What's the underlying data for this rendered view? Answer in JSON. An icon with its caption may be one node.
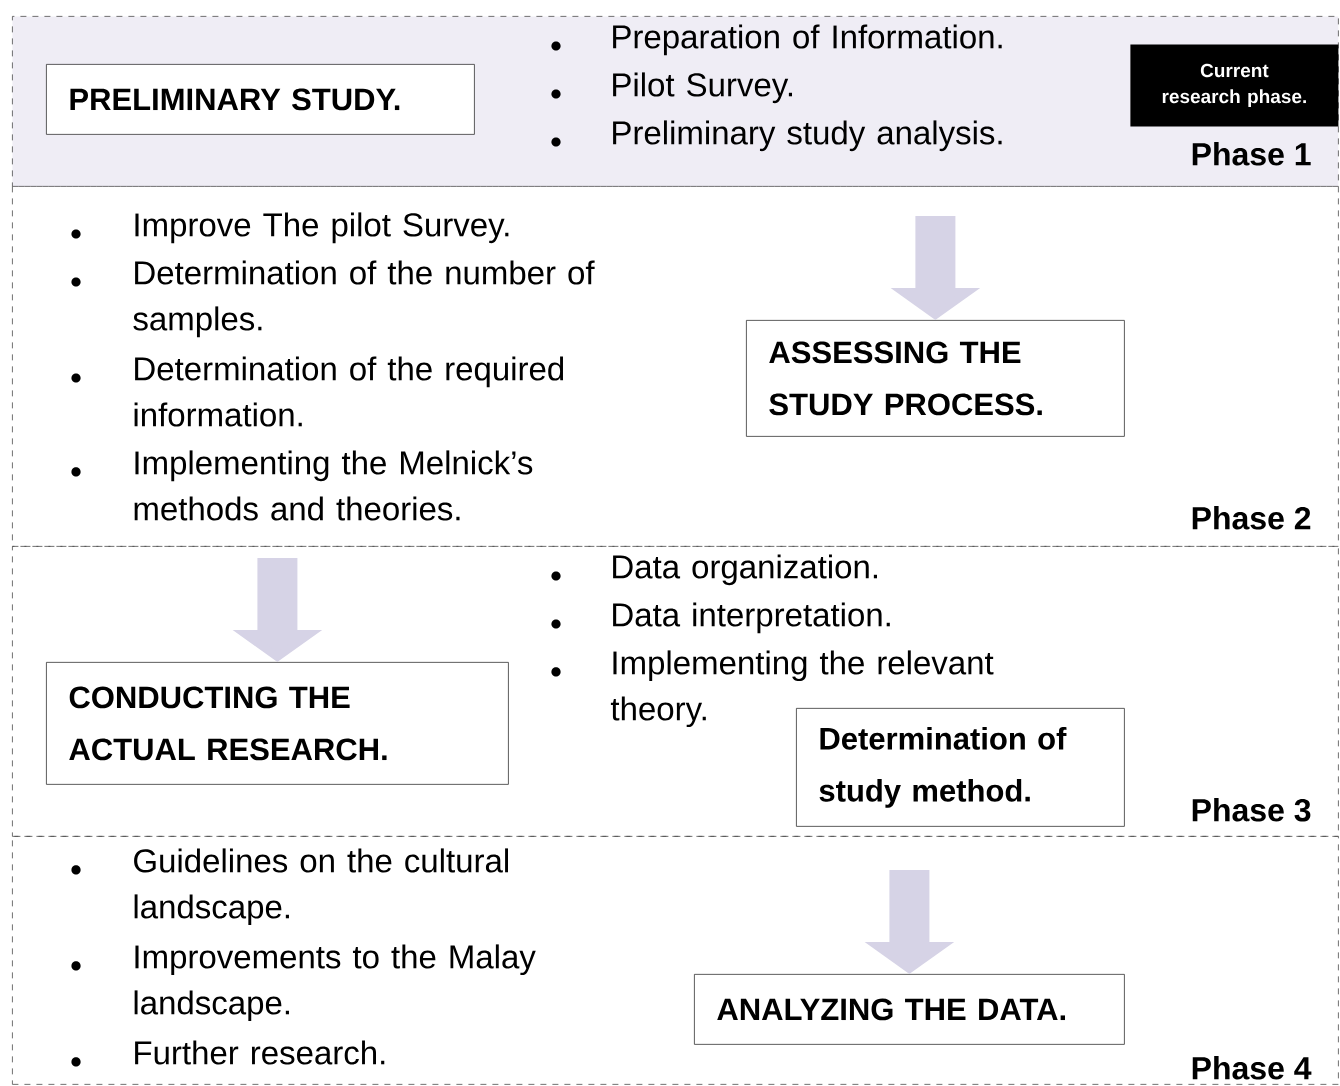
{
  "diagram": {
    "nodes": [
      {
        "text": [
          "Phase 1"
        ]
      },
      {
        "text": [
          "PRELIMINARY STUDY."
        ],
        "in": 0
      },
      {
        "text": [
          "Current research phase."
        ],
        "in": 0
      },
      {
        "text": [
          "Phase 2"
        ]
      },
      {
        "text": [
          "ASSESSING THE STUDY PROCESS."
        ],
        "in": 3
      },
      {
        "text": [
          "Phase 3"
        ]
      },
      {
        "text": [
          "CONDUCTING THE ACTUAL RESEARCH."
        ],
        "in": 5
      },
      {
        "text": [
          "Determination of study method."
        ],
        "in": 5
      },
      {
        "text": [
          "Phase 4"
        ]
      },
      {
        "text": [
          "ANALYZING THE DATA."
        ],
        "in": 8
      }
    ],
    "edges": [
      {
        "from": null,
        "to": 4,
        "arrow": "to"
      },
      {
        "from": null,
        "to": 6,
        "arrow": "to"
      },
      {
        "from": null,
        "to": 9,
        "arrow": "to"
      }
    ],
    "labels": [
      "Preparation of Information.",
      "Pilot Survey.",
      "Preliminary study analysis.",
      "Improve The pilot Survey.",
      "Determination of the number of samples.",
      "Determination of the required information.",
      "Implementing the Melnick’s methods and theories.",
      "Data organization.",
      "Data interpretation.",
      "Implementing the relevant theory.",
      "Guidelines on the cultural landscape.",
      "Improvements to the Malay landscape.",
      "Further research."
    ]
  }
}
